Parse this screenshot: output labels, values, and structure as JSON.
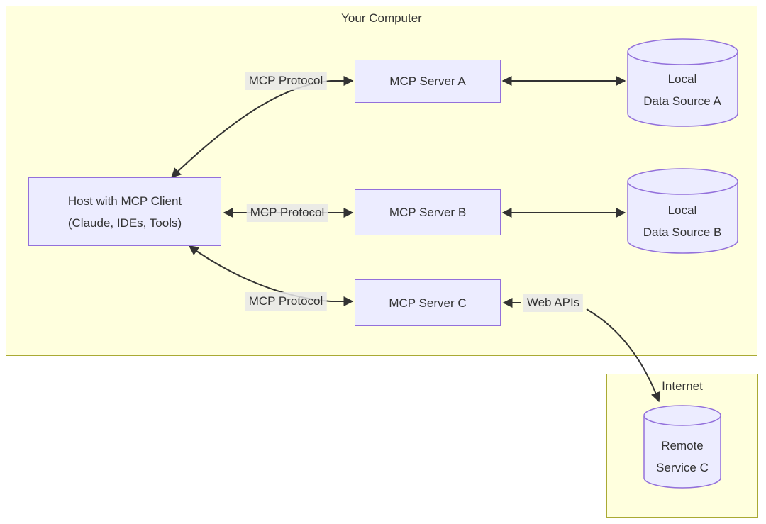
{
  "colors": {
    "container_fill": "#FFFFDE",
    "container_border": "#AAAA33",
    "node_fill": "#ECECFF",
    "node_border": "#9370DB",
    "edge_label_bg": "#E8E8E8",
    "arrow": "#333333",
    "text": "#333333"
  },
  "containers": {
    "your_computer": {
      "title": "Your Computer"
    },
    "internet": {
      "title": "Internet"
    }
  },
  "nodes": {
    "host": {
      "line1": "Host with MCP Client",
      "line2": "(Claude, IDEs, Tools)"
    },
    "server_a": {
      "label": "MCP Server A"
    },
    "server_b": {
      "label": "MCP Server B"
    },
    "server_c": {
      "label": "MCP Server C"
    },
    "data_source_a": {
      "line1": "Local",
      "line2": "Data Source A"
    },
    "data_source_b": {
      "line1": "Local",
      "line2": "Data Source B"
    },
    "remote_service_c": {
      "line1": "Remote",
      "line2": "Service C"
    }
  },
  "edges": {
    "host_server_a": {
      "label": "MCP Protocol"
    },
    "host_server_b": {
      "label": "MCP Protocol"
    },
    "host_server_c": {
      "label": "MCP Protocol"
    },
    "server_c_web": {
      "label": "Web APIs"
    }
  }
}
